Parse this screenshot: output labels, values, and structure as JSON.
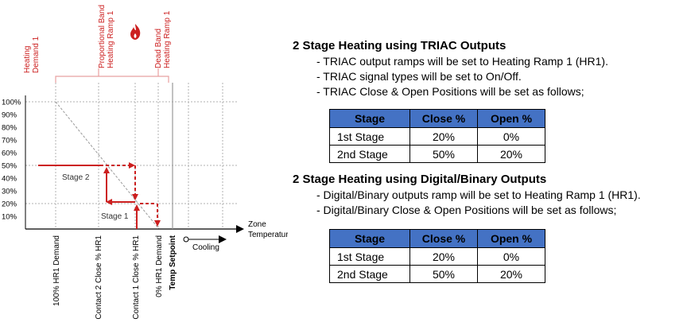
{
  "diagram": {
    "top_labels": {
      "heating_demand": [
        "Heating",
        "Demand 1"
      ],
      "proportional_band": [
        "Proportional Band",
        "Heating Ramp 1"
      ],
      "dead_band": [
        "Dead Band",
        "Heating Ramp 1"
      ]
    },
    "flame_icon": "flame-icon",
    "y_ticks": [
      "100%",
      "90%",
      "80%",
      "70%",
      "60%",
      "50%",
      "40%",
      "30%",
      "20%",
      "10%"
    ],
    "x_axis_label": [
      "Zone",
      "Temperature"
    ],
    "x_markers": [
      "100% HR1 Demand",
      "Contact 2 Close % HR1",
      "Contact 1 Close % HR1",
      "0% HR1 Demand",
      "Temp Setpoint"
    ],
    "cooling_label": "Cooling",
    "stage2_label": "Stage 2",
    "stage1_label": "Stage 1",
    "colors": {
      "red": "#cc1f1f",
      "grid": "#b0b0b0",
      "ramp": "#999999",
      "band": "#e8a0a0"
    }
  },
  "section1": {
    "title": "2 Stage Heating using TRIAC Outputs",
    "bullets": [
      "- TRIAC output ramps will be set to Heating Ramp 1 (HR1).",
      "- TRIAC signal types will be set to On/Off.",
      "- TRIAC Close & Open Positions will be set as follows;"
    ],
    "table": {
      "headers": [
        "Stage",
        "Close %",
        "Open %"
      ],
      "rows": [
        [
          "1st Stage",
          "20%",
          "0%"
        ],
        [
          "2nd Stage",
          "50%",
          "20%"
        ]
      ]
    }
  },
  "section2": {
    "title": "2 Stage Heating using Digital/Binary Outputs",
    "bullets": [
      "- Digital/Binary outputs ramp will be set to Heating Ramp 1 (HR1).",
      "- Digital/Binary Close & Open Positions will be set as follows;"
    ],
    "table": {
      "headers": [
        "Stage",
        "Close %",
        "Open %"
      ],
      "rows": [
        [
          "1st Stage",
          "20%",
          "0%"
        ],
        [
          "2nd Stage",
          "50%",
          "20%"
        ]
      ]
    }
  },
  "table_header_color": "#4472c4"
}
